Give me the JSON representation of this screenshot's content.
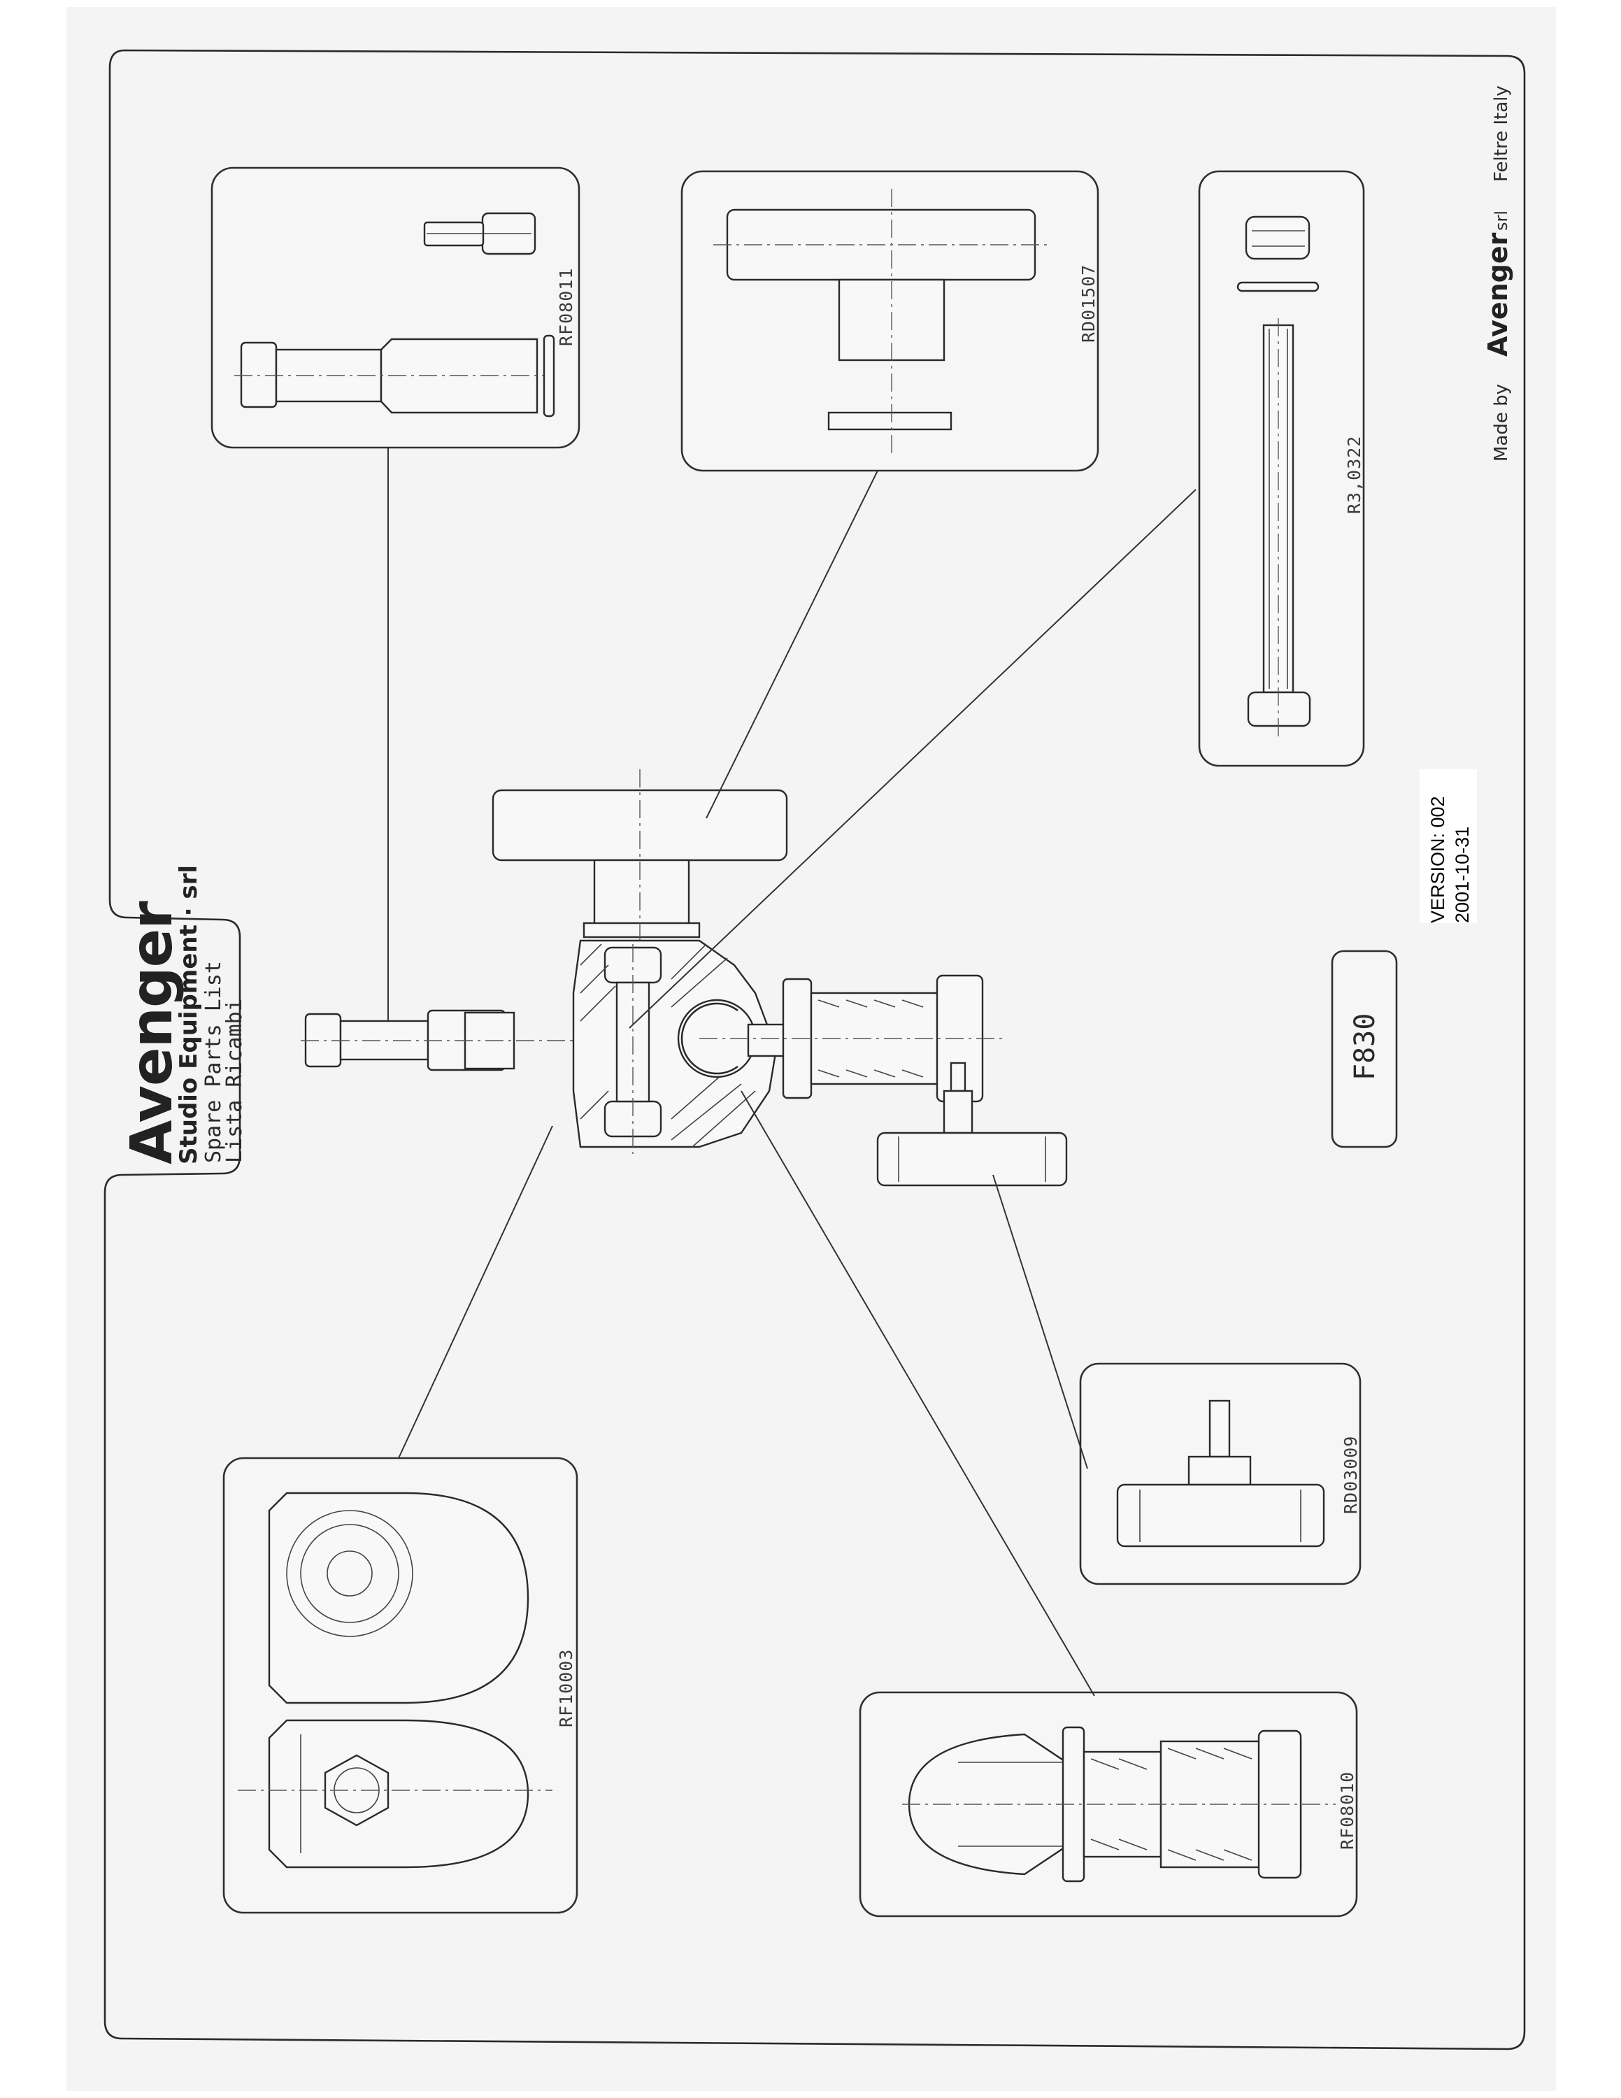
{
  "title_block": {
    "brand": "Avenger",
    "company_line": "Studio Equipment · srl",
    "doc_title_en": "Spare Parts List",
    "doc_title_it": "Lista Ricambi"
  },
  "model_code": "F830",
  "version": {
    "label": "VERSION: 002",
    "date": "2001-10-31"
  },
  "footer": {
    "made_by": "Made by",
    "brand": "Avenger",
    "suffix": "srl",
    "location": "Feltre Italy"
  },
  "parts": [
    {
      "code": "RF08011"
    },
    {
      "code": "RD01507"
    },
    {
      "code": "R3,0322"
    },
    {
      "code": "RF10003"
    },
    {
      "code": "RF08010"
    },
    {
      "code": "RD03009"
    }
  ]
}
